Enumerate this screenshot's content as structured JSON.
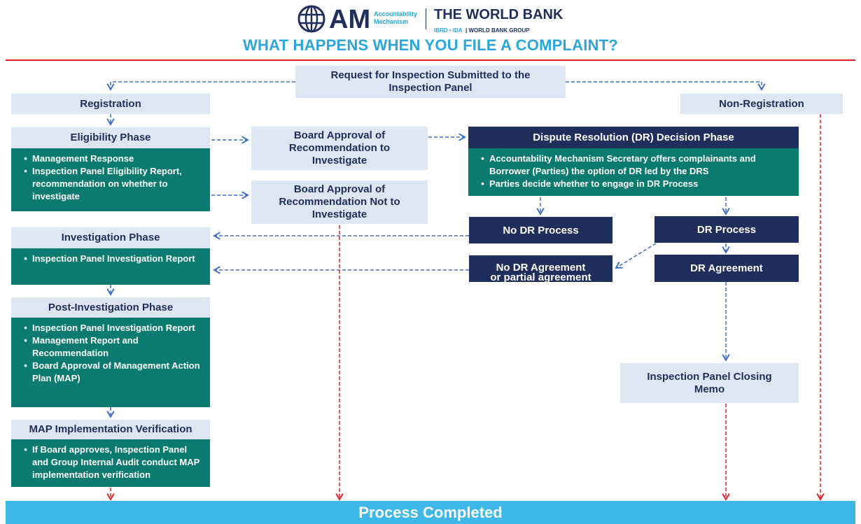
{
  "header": {
    "logo_am": "AM",
    "logo_am_line1": "Accountability",
    "logo_am_line2": "Mechanism",
    "world_bank": "THE WORLD BANK",
    "world_bank_sub_a": "IBRD • IDA",
    "world_bank_sub_b": "WORLD BANK GROUP",
    "title": "WHAT HAPPENS WHEN YOU FILE A COMPLAINT?"
  },
  "colors": {
    "dark_navy": "#1f2e5a",
    "light_box": "#dde6f3",
    "teal": "#0b7b6f",
    "title_blue": "#2aa6dc",
    "red_line": "#e02020",
    "arrow_blue": "#3e6fc4",
    "completed_bar": "#3db8e8"
  },
  "request": "Request for Inspection Submitted to the Inspection Panel",
  "registration": "Registration",
  "non_registration": "Non-Registration",
  "eligibility": {
    "title": "Eligibility Phase",
    "items": [
      "Management Response",
      "Inspection Panel Eligibility Report, recommendation on whether to investigate"
    ]
  },
  "board_approve": "Board Approval of Recommendation to Investigate",
  "board_not": "Board Approval of Recommendation Not to Investigate",
  "dr_decision": {
    "title": "Dispute Resolution (DR) Decision Phase",
    "items": [
      "Accountability Mechanism Secretary offers complainants and Borrower (Parties) the option of DR led by the DRS",
      "Parties decide whether to engage in DR Process"
    ]
  },
  "no_dr_process": "No DR Process",
  "dr_process": "DR Process",
  "no_dr_agreement_line1": "No DR Agreement",
  "no_dr_agreement_line2": "or partial agreement",
  "dr_agreement": "DR Agreement",
  "investigation": {
    "title": "Investigation Phase",
    "items": [
      "Inspection Panel Investigation Report"
    ]
  },
  "post_investigation": {
    "title": "Post-Investigation Phase",
    "items": [
      "Inspection Panel Investigation Report",
      "Management Report and Recommendation",
      "Board Approval of Management Action Plan (MAP)"
    ]
  },
  "map_verification": {
    "title": "MAP Implementation Verification",
    "items": [
      "If Board approves, Inspection Panel and Group Internal Audit conduct MAP implementation verification"
    ]
  },
  "closing_memo": "Inspection Panel Closing Memo",
  "process_completed": "Process Completed"
}
